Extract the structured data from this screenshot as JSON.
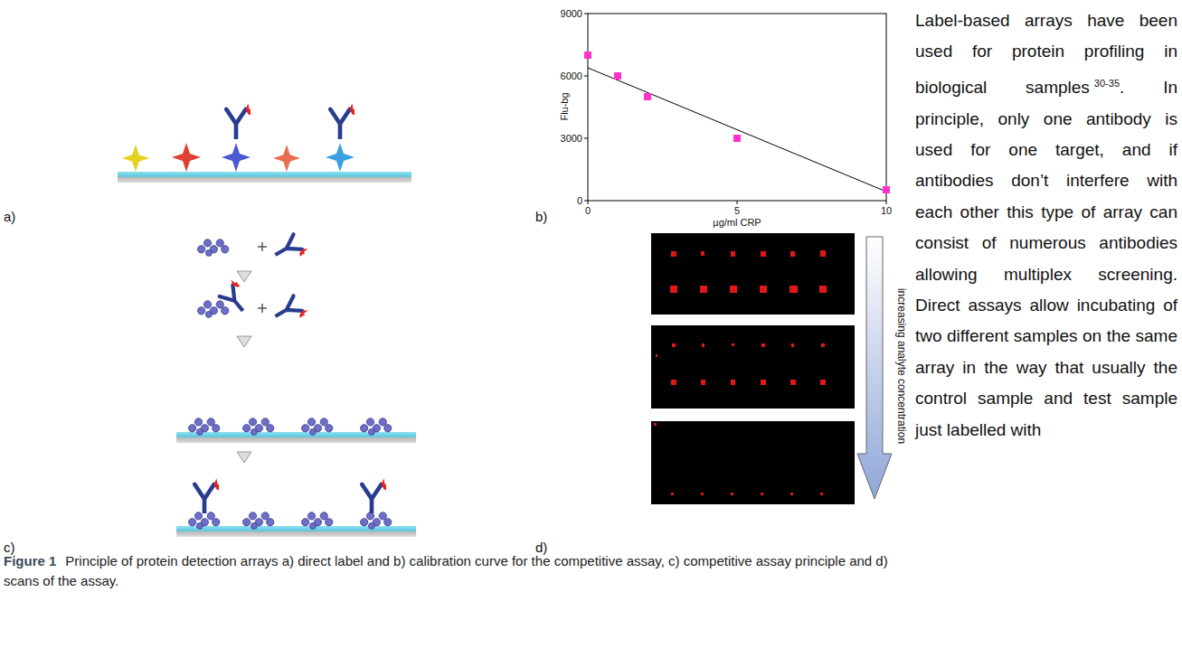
{
  "diagram": {
    "caption": "Principle of protein detection arrays a) direct label and b) calibration curve for the competitive assay, c) competitive assay principle and d) scans of the assay.",
    "labels": [
      "a)",
      "b)",
      "c)",
      "d)",
      "9000",
      "6000",
      "3000",
      "0",
      "0",
      "5",
      "10",
      "Flu-bg",
      "µg/ml CRP",
      "increasing analyte concentration",
      "Figure 1",
      "Label-based arrays have been used for protein profiling in biological samples",
      "30-35",
      ". In principle, only one antibody is used for one target, and if antibodies don’t interfere with each other this type of array can consist of numerous antibodies allowing multiplex screening. Direct assays allow incubating of two different samples on the same array in the way that usually the control sample and test sample just labelled with"
    ]
  }
}
